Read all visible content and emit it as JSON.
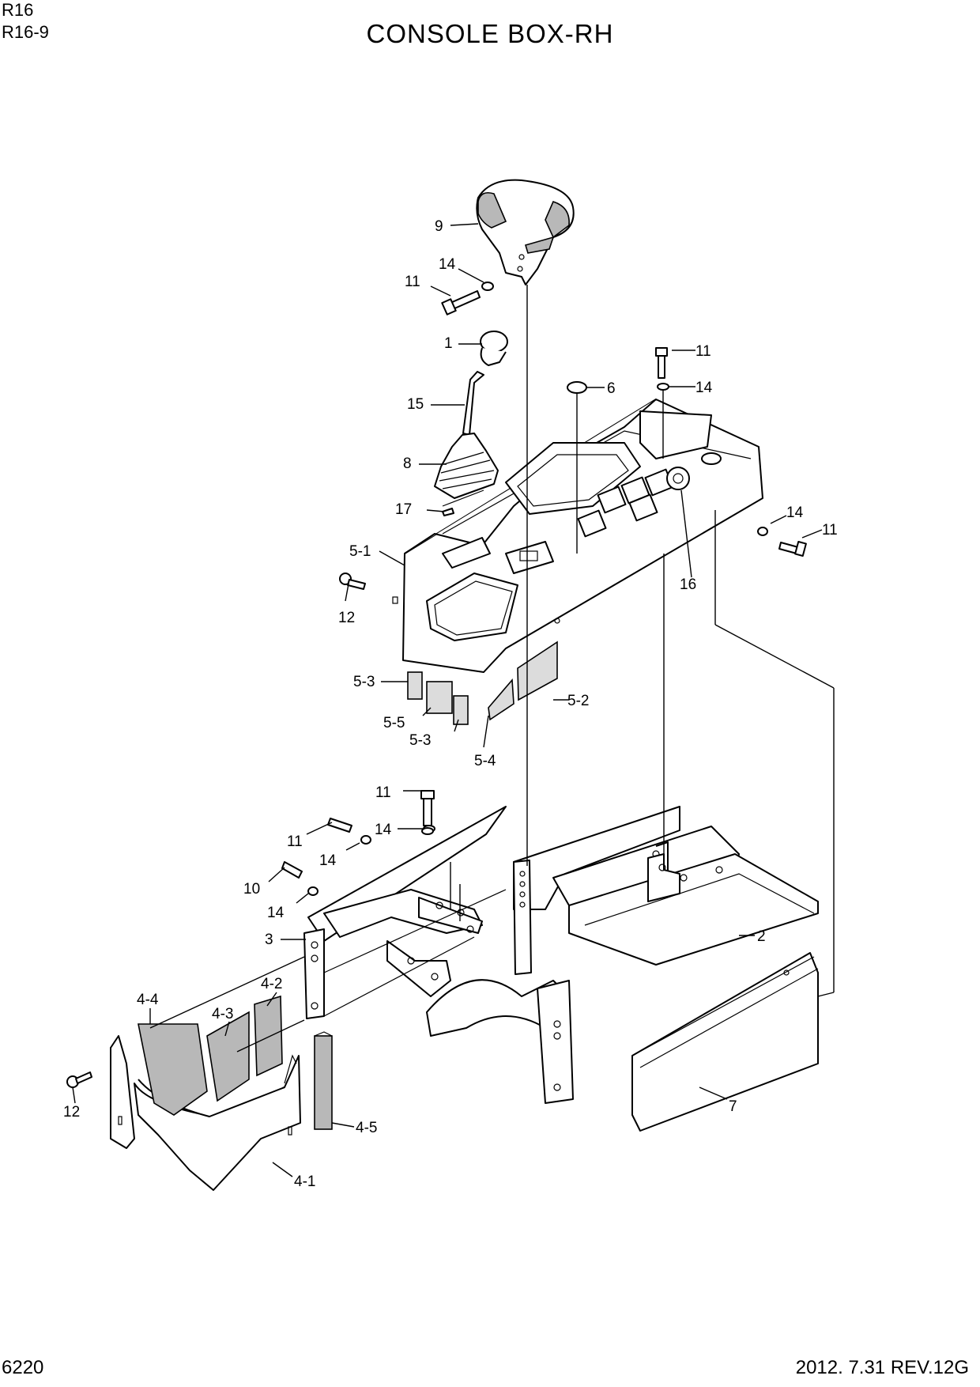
{
  "header": {
    "model": "R16",
    "section": "R16-9",
    "title": "CONSOLE BOX-RH"
  },
  "footer": {
    "page_number": "6220",
    "date_revision": "2012. 7.31  REV.12G"
  },
  "callouts": {
    "c1": "1",
    "c2": "2",
    "c3": "3",
    "c4_1": "4-1",
    "c4_2": "4-2",
    "c4_3": "4-3",
    "c4_4": "4-4",
    "c4_5": "4-5",
    "c5_1": "5-1",
    "c5_2": "5-2",
    "c5_3a": "5-3",
    "c5_3b": "5-3",
    "c5_4": "5-4",
    "c5_5": "5-5",
    "c6": "6",
    "c7": "7",
    "c8": "8",
    "c9": "9",
    "c10": "10",
    "c11a": "11",
    "c11b": "11",
    "c11c": "11",
    "c11d": "11",
    "c11e": "11",
    "c12a": "12",
    "c12b": "12",
    "c14a": "14",
    "c14b": "14",
    "c14c": "14",
    "c14d": "14",
    "c14e": "14",
    "c14f": "14",
    "c15": "15",
    "c16": "16",
    "c17": "17"
  }
}
